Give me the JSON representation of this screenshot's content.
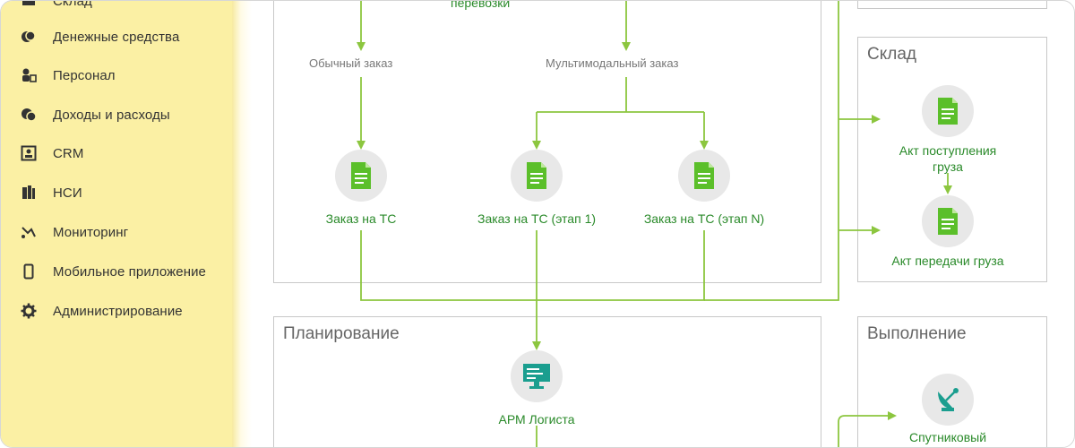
{
  "sidebar": {
    "items": [
      {
        "label": "Склад",
        "icon": "warehouse-icon"
      },
      {
        "label": "Денежные средства",
        "icon": "coins-icon"
      },
      {
        "label": "Персонал",
        "icon": "personnel-icon"
      },
      {
        "label": "Доходы и расходы",
        "icon": "income-expenses-icon"
      },
      {
        "label": "CRM",
        "icon": "crm-icon"
      },
      {
        "label": "НСИ",
        "icon": "reference-data-icon"
      },
      {
        "label": "Мониторинг",
        "icon": "monitoring-icon"
      },
      {
        "label": "Мобильное приложение",
        "icon": "mobile-phone-icon"
      },
      {
        "label": "Администрирование",
        "icon": "gear-icon"
      }
    ]
  },
  "orders": {
    "top_partial_label": "перевозки",
    "regular_order_label": "Обычный заказ",
    "multimodal_order_label": "Мультимодальный заказ",
    "nodes": {
      "vehicle_order": "Заказ на ТС",
      "vehicle_order_stage1": "Заказ на ТС (этап 1)",
      "vehicle_order_stageN": "Заказ на ТС (этап N)"
    }
  },
  "warehouse": {
    "title": "Склад",
    "nodes": {
      "receipt_act": "Акт поступления груза",
      "transfer_act": "Акт передачи груза"
    }
  },
  "planning": {
    "title": "Планирование",
    "nodes": {
      "logist_workstation": "АРМ Логиста"
    }
  },
  "execution": {
    "title": "Выполнение",
    "nodes": {
      "satellite_monitoring": "Спутниковый мониторинг"
    }
  },
  "colors": {
    "sidebar_bg": "#fbf0a4",
    "arrow_green": "#8cc63f",
    "label_green": "#2a8a2a",
    "doc_green": "#5bbf2a",
    "workstation_teal": "#1a9e8f"
  }
}
